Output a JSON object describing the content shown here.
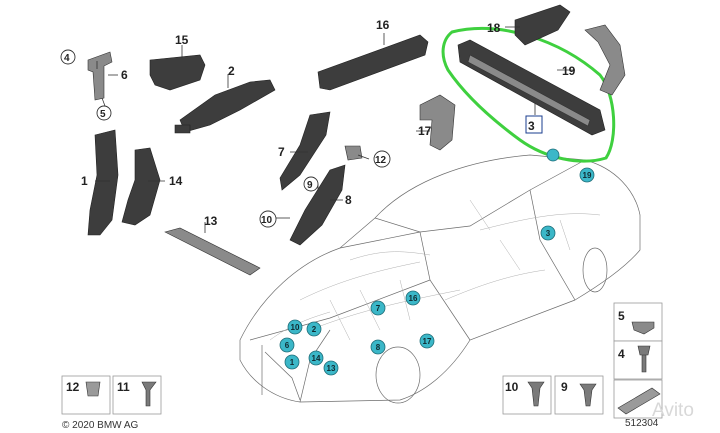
{
  "callouts": {
    "c1": "1",
    "c2": "2",
    "c3": "3",
    "c4": "4",
    "c5": "5",
    "c6": "6",
    "c7": "7",
    "c8": "8",
    "c9": "9",
    "c10": "10",
    "c11": "11",
    "c12": "12",
    "c13": "13",
    "c14": "14",
    "c15": "15",
    "c16": "16",
    "c17": "17",
    "c18": "18",
    "c19": "19"
  },
  "markers": [
    "3",
    "19",
    "7",
    "16",
    "17",
    "10",
    "2",
    "6",
    "1",
    "14",
    "13",
    "8"
  ],
  "legend": {
    "i5": "5",
    "i4": "4",
    "i12": "12",
    "i11": "11",
    "i10": "10",
    "i9": "9"
  },
  "footer": {
    "copyright": "© 2020 BMW AG",
    "diagram_id": "512304",
    "watermark": "Avito"
  },
  "colors": {
    "highlight": "#3fd03f",
    "marker": "#3bb7c8"
  }
}
